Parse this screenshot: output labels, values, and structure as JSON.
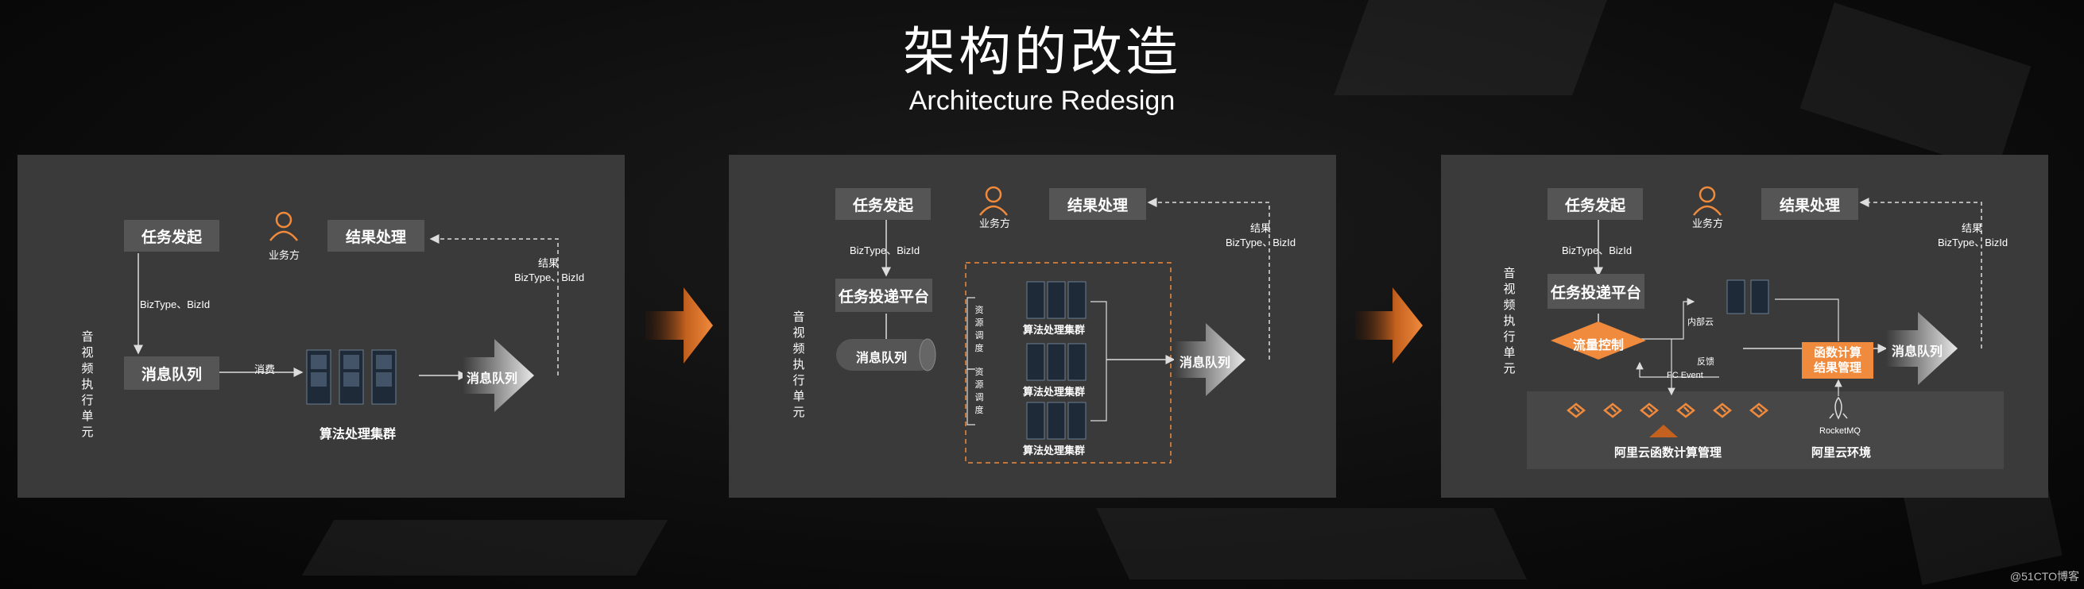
{
  "slide": {
    "title": "架构的改造",
    "subtitle": "Architecture Redesign",
    "watermark": "@51CTO博客"
  },
  "panel1": {
    "task_launch": "任务发起",
    "result_process": "结果处理",
    "business_side": "业务方",
    "biz_params": "BizType、BizId",
    "result_label": "结果",
    "result_params": "BizType、BizId",
    "vertical_label": "音视频执行单元",
    "queue": "消息队列",
    "consume": "消费",
    "cluster": "算法处理集群",
    "queue_out": "消息队列"
  },
  "panel2": {
    "task_launch": "任务发起",
    "business_side": "业务方",
    "result_process": "结果处理",
    "biz_params": "BizType、BizId",
    "result_label": "结果",
    "result_params": "BizType、BizId",
    "platform": "任务投递平台",
    "vertical_label": "音视频执行单元",
    "queue": "消息队列",
    "resource_sched": "资源调度",
    "cluster_1": "算法处理集群",
    "cluster_2": "算法处理集群",
    "cluster_3": "算法处理集群",
    "queue_out": "消息队列"
  },
  "panel3": {
    "task_launch": "任务发起",
    "business_side": "业务方",
    "result_process": "结果处理",
    "biz_params": "BizType、BizId",
    "result_label": "结果",
    "result_params": "BizType、BizId",
    "vertical_label": "音视频执行单元",
    "platform": "任务投递平台",
    "internal_cloud": "内部云",
    "flow_control": "流量控制",
    "feedback": "反馈",
    "fc_event": "FC Event",
    "fc_line1": "函数计算",
    "fc_line2": "结果管理",
    "queue_out": "消息队列",
    "rocketmq": "RocketMQ",
    "fc_mgmt": "阿里云函数计算管理",
    "aliyun_env": "阿里云环境"
  },
  "colors": {
    "accent": "#f08a3c",
    "panel": "#3a3a3a",
    "box": "#555555"
  }
}
